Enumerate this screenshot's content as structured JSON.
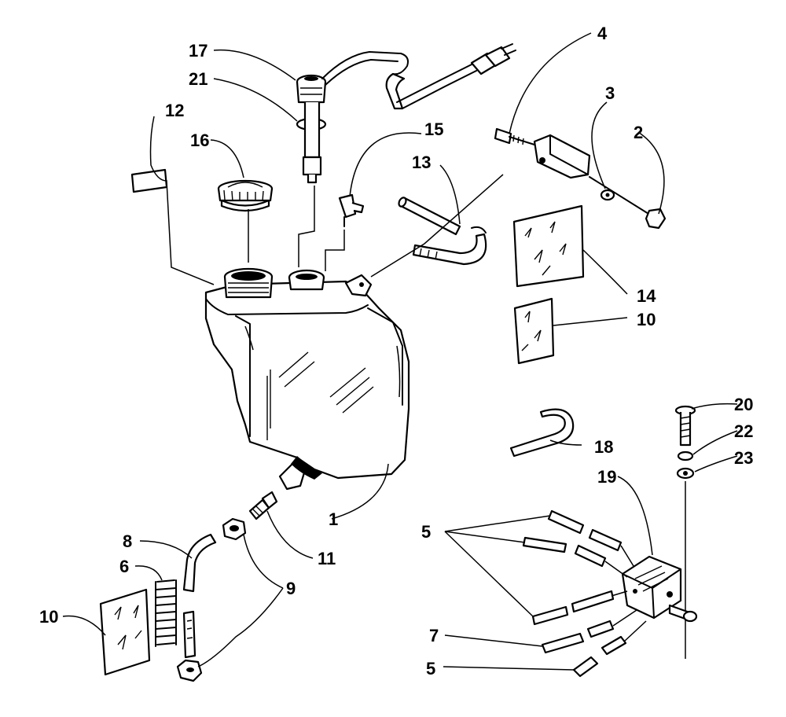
{
  "callouts": {
    "c1": "1",
    "c2": "2",
    "c3": "3",
    "c4": "4",
    "c5a": "5",
    "c5b": "5",
    "c6": "6",
    "c7": "7",
    "c8": "8",
    "c9": "9",
    "c10a": "10",
    "c10b": "10",
    "c11": "11",
    "c12": "12",
    "c13": "13",
    "c14": "14",
    "c15": "15",
    "c16": "16",
    "c17": "17",
    "c18": "18",
    "c19": "19",
    "c20": "20",
    "c21": "21",
    "c22": "22",
    "c23": "23"
  }
}
